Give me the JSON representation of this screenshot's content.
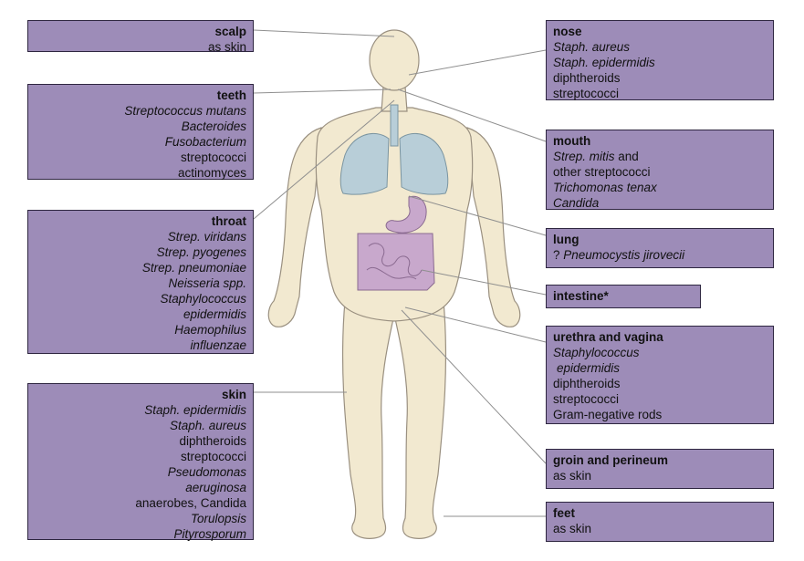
{
  "colors": {
    "box_fill": "#9d8cb8",
    "box_border": "#2e2640",
    "body_fill": "#f2e9d0",
    "lung_fill": "#b8ced8",
    "intestine_fill": "#c8a8cc",
    "leader_line": "#8f8f8f"
  },
  "labels": {
    "scalp": {
      "title": "scalp",
      "lines": [
        "as skin"
      ]
    },
    "teeth": {
      "title": "teeth",
      "lines": [
        "Streptococcus mutans",
        "Bacteroides",
        "Fusobacterium",
        "streptococci",
        "actinomyces"
      ]
    },
    "throat": {
      "title": "throat",
      "lines": [
        "Strep. viridans",
        "Strep. pyogenes",
        "Strep. pneumoniae",
        "Neisseria spp.",
        "Staphylococcus",
        "epidermidis",
        "Haemophilus",
        "influenzae"
      ]
    },
    "skin": {
      "title": "skin",
      "lines": [
        "Staph. epidermidis",
        "Staph. aureus",
        "diphtheroids",
        "streptococci",
        "Pseudomonas",
        "aeruginosa",
        "anaerobes, Candida",
        "Torulopsis",
        "Pityrosporum"
      ]
    },
    "nose": {
      "title": "nose",
      "lines": [
        "Staph. aureus",
        "Staph. epidermidis",
        "diphtheroids",
        "streptococci"
      ]
    },
    "mouth": {
      "title": "mouth",
      "line1_a": "Strep. mitis",
      "line1_b": " and",
      "lines": [
        "other streptococci",
        "Trichomonas tenax",
        "Candida"
      ]
    },
    "lung": {
      "title": "lung",
      "q": "?",
      "organism": "Pneumocystis jirovecii"
    },
    "intestine": {
      "title": "intestine*"
    },
    "urethra": {
      "title": "urethra and vagina",
      "lines": [
        "Staphylococcus",
        "epidermidis",
        "diphtheroids",
        "streptococci",
        "Gram-negative rods"
      ]
    },
    "groin": {
      "title": "groin and perineum",
      "lines": [
        "as skin"
      ]
    },
    "feet": {
      "title": "feet",
      "lines": [
        "as skin"
      ]
    }
  }
}
